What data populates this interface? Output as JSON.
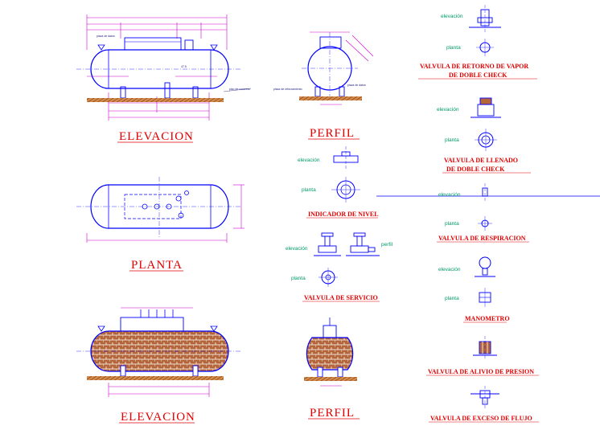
{
  "views": {
    "elevation_top": {
      "title": "ELEVACION"
    },
    "perfil_top": {
      "title": "PERFIL"
    },
    "planta": {
      "title": "PLANTA"
    },
    "elevation_bottom": {
      "title": "ELEVACION"
    },
    "perfil_bottom": {
      "title": "PERFIL"
    }
  },
  "labels": {
    "elevacion": "elevación",
    "planta": "planta",
    "perfil": "perfil"
  },
  "components": [
    {
      "id": "valvula_retorno",
      "title_line1": "VALVULA DE RETORNO DE VAPOR",
      "title_line2": "DE DOBLE CHECK"
    },
    {
      "id": "valvula_llenado",
      "title_line1": "VALVULA DE LLENADO",
      "title_line2": "DE DOBLE CHECK"
    },
    {
      "id": "valvula_respiracion",
      "title_line1": "VALVULA DE RESPIRACION"
    },
    {
      "id": "manometro",
      "title_line1": "MANOMETRO"
    },
    {
      "id": "indicador_nivel",
      "title_line1": "INDICADOR DE NIVEL"
    },
    {
      "id": "valvula_servicio",
      "title_line1": "VALVULA DE SERVICIO"
    },
    {
      "id": "valvula_alivio",
      "title_line1": "VALVULA DE ALIVIO DE PRESION"
    },
    {
      "id": "valvula_exceso",
      "title_line1": "VALVULA DE EXCESO DE FLUJO"
    }
  ],
  "colors": {
    "outline": "#0000ff",
    "dimension": "#d000d0",
    "title": "#e00000",
    "label": "#009a6a",
    "fill": "#b5653a",
    "ground": "#c9773a"
  }
}
